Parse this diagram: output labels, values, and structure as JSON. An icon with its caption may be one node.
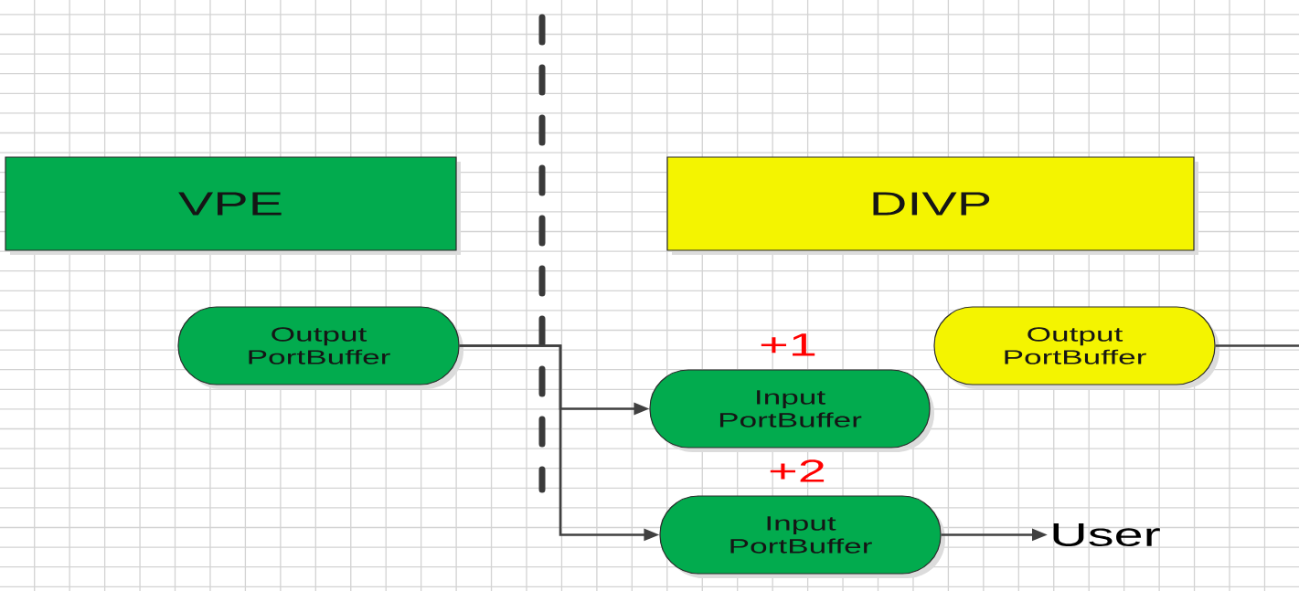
{
  "diagram": {
    "nodes": [
      {
        "text": [
          "VPE"
        ]
      },
      {
        "text": [
          "DIVP"
        ]
      },
      {
        "text": [
          "Output PortBuffer"
        ]
      },
      {
        "text": [
          "Output PortBuffer"
        ]
      },
      {
        "text": [
          "Input PortBuffer"
        ],
        "beside": [
          "+1"
        ]
      },
      {
        "text": [
          "Input PortBuffer"
        ],
        "beside": [
          "+2"
        ]
      },
      {
        "text": [
          "User"
        ]
      }
    ],
    "edges": [
      {
        "from": 2,
        "to": 4,
        "arrow": "to"
      },
      {
        "from": 2,
        "to": 5,
        "arrow": "to"
      },
      {
        "from": 3,
        "to": null,
        "arrow": "none"
      },
      {
        "from": 5,
        "to": 6,
        "arrow": "to"
      }
    ]
  }
}
